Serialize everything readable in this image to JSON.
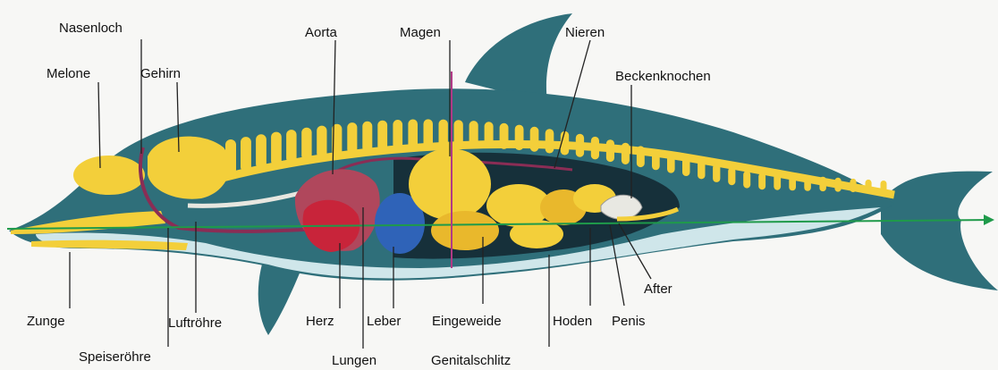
{
  "labels": {
    "nasenloch": "Nasenloch",
    "melone": "Melone",
    "gehirn": "Gehirn",
    "aorta": "Aorta",
    "magen": "Magen",
    "nieren": "Nieren",
    "beckenknochen": "Beckenknochen",
    "zunge": "Zunge",
    "speiseroehre": "Speiseröhre",
    "luftroehre": "Luftröhre",
    "herz": "Herz",
    "lungen": "Lungen",
    "leber": "Leber",
    "eingeweide": "Eingeweide",
    "genitalschlitz": "Genitalschlitz",
    "hoden": "Hoden",
    "penis": "Penis",
    "after": "After"
  },
  "colors": {
    "body_dark": "#2f6f7a",
    "body_light": "#cfe6ea",
    "skeleton": "#f3cf3a",
    "heart": "#c8243a",
    "lungs": "#b0475c",
    "liver": "#2f63b8",
    "tube": "#8a2d55",
    "background": "#f7f7f5"
  }
}
